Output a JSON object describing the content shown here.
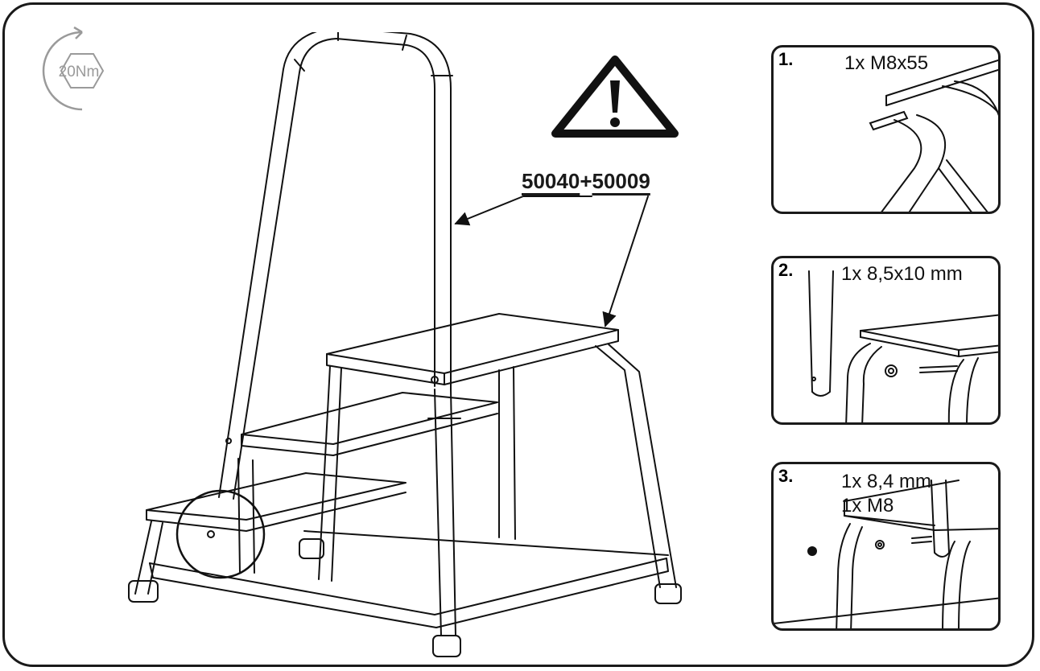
{
  "torque": {
    "label": "20Nm"
  },
  "part_numbers": {
    "first": "50040",
    "joiner": "+",
    "second": "50009"
  },
  "details": [
    {
      "step": "1.",
      "lines": [
        "1x M8x55"
      ]
    },
    {
      "step": "2.",
      "lines": [
        "1x 8,5x10 mm"
      ]
    },
    {
      "step": "3.",
      "lines": [
        "1x 8,4 mm",
        "1x M8"
      ]
    }
  ]
}
